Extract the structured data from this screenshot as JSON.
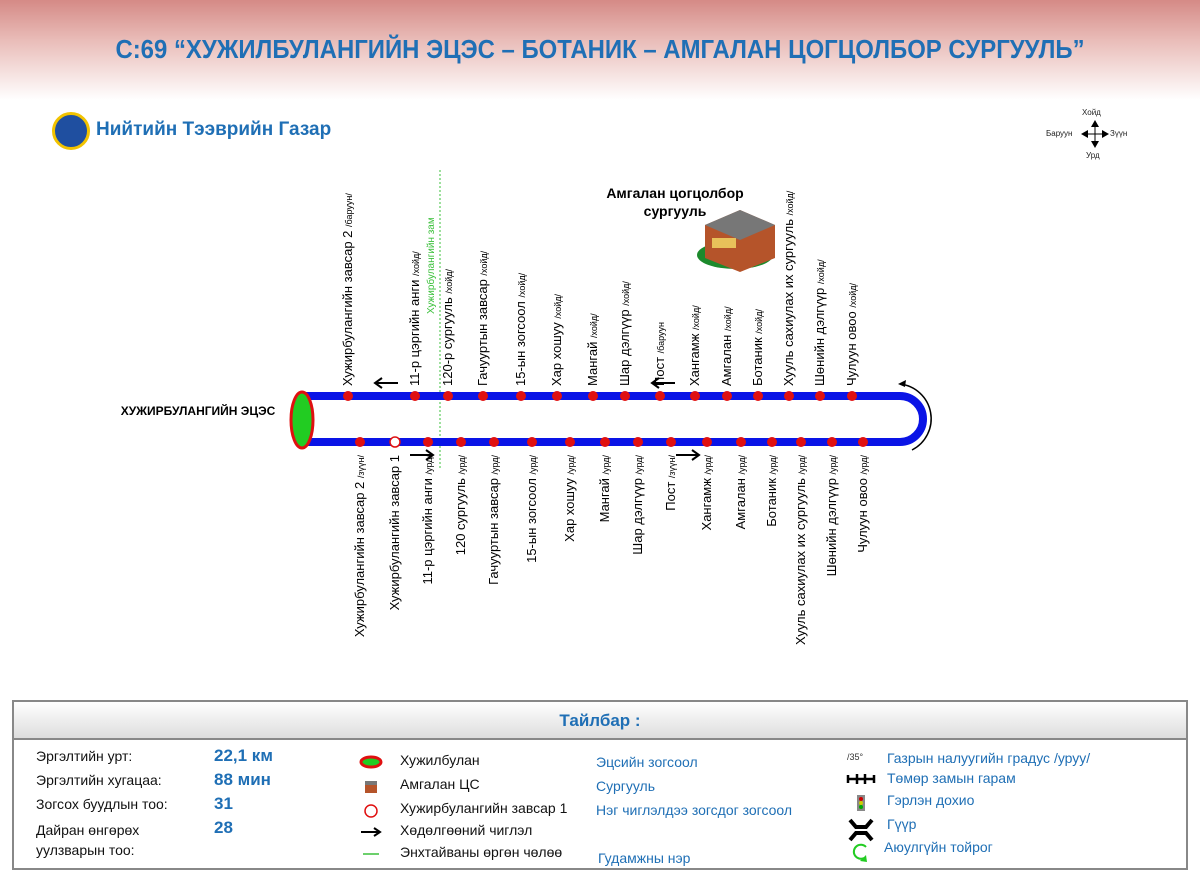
{
  "title": "С:69 “ХУЖИЛБУЛАНГИЙН ЭЦЭС – БОТАНИК – АМГАЛАН ЦОГЦОЛБОР СУРГУУЛЬ”",
  "org": "Нийтийн Тээврийн Газар",
  "compass": {
    "n": "Хойд",
    "w": "Баруун",
    "e": "Зүүн",
    "s": "Урд"
  },
  "terminal": "ХУЖИРБУЛАНГИЙН ЭЦЭС",
  "school": "Амгалан цогцолбор сургууль",
  "street": "Хужирбулангийн зам",
  "colors": {
    "route": "#0a14e6",
    "stop": "#e01010",
    "title": "#1f6fb5",
    "terminal_fill": "#22cc22"
  },
  "top_stops": [
    {
      "name": "Хужирбулангийн завсар 2",
      "dir": "/баруун/"
    },
    {
      "name": "11-р цэргийн анги",
      "dir": "/хойд/"
    },
    {
      "name": "120-р сургууль",
      "dir": "/хойд/"
    },
    {
      "name": "Гачууртын завсар",
      "dir": "/хойд/"
    },
    {
      "name": "15-ын зогсоол",
      "dir": "/хойд/"
    },
    {
      "name": "Хар хошуу",
      "dir": "/хойд/"
    },
    {
      "name": "Мангай",
      "dir": "/хойд/"
    },
    {
      "name": "Шар дэлгүүр",
      "dir": "/хойд/"
    },
    {
      "name": "Пост",
      "dir": "/баруун"
    },
    {
      "name": "Хангамж",
      "dir": "/хойд/"
    },
    {
      "name": "Амгалан",
      "dir": "/хойд/"
    },
    {
      "name": "Ботаник",
      "dir": "/хойд/"
    },
    {
      "name": "Хууль сахиулах их сургууль",
      "dir": "/хойд/"
    },
    {
      "name": "Шөнийн дэлгүүр",
      "dir": "/хойд/"
    },
    {
      "name": "Чулуун овоо",
      "dir": "/хойд/"
    }
  ],
  "bottom_stops": [
    {
      "name": "Хужирбулангийн завсар 2",
      "dir": "/зүүн/"
    },
    {
      "name": "Хужирбулангийн завсар 1",
      "dir": ""
    },
    {
      "name": "11-р цэргийн анги",
      "dir": "/урд/"
    },
    {
      "name": "120 сургууль",
      "dir": "/урд/"
    },
    {
      "name": "Гачууртын завсар",
      "dir": "/урд/"
    },
    {
      "name": "15-ын зогсоол",
      "dir": "/урд/"
    },
    {
      "name": "Хар хошуу",
      "dir": "/урд/"
    },
    {
      "name": "Мангай",
      "dir": "/урд/"
    },
    {
      "name": "Шар дэлгүүр",
      "dir": "/урд/"
    },
    {
      "name": "Пост",
      "dir": "/зүүн/"
    },
    {
      "name": "Хангамж",
      "dir": "/урд/"
    },
    {
      "name": "Амгалан",
      "dir": "/урд/"
    },
    {
      "name": "Ботаник",
      "dir": "/урд/"
    },
    {
      "name": "Хууль сахиулах их сургууль",
      "dir": "/урд/"
    },
    {
      "name": "Шөнийн дэлгүүр",
      "dir": "/урд/"
    },
    {
      "name": "Чулуун овоо",
      "dir": "/урд/"
    }
  ],
  "legend": {
    "title": "Тайлбар :",
    "stats": [
      {
        "label": "Эргэлтийн урт:",
        "value": "22,1 км"
      },
      {
        "label": "Эргэлтийн хугацаа:",
        "value": "88 мин"
      },
      {
        "label": "Зогсох буудлын тоо:",
        "value": "31"
      },
      {
        "label": "Дайран өнгөрөх уулзварын тоо:",
        "value": "28"
      }
    ],
    "symbols": [
      {
        "text": "Хужилбулан",
        "desc": "Эцсийн зогсоол"
      },
      {
        "text": "Амгалан ЦС",
        "desc": "Сургууль"
      },
      {
        "text": "Хужирбулангийн завсар 1",
        "desc": "Нэг чиглэлдээ зогсдог зогсоол"
      },
      {
        "text": "Хөдөлгөөний чиглэл",
        "desc": ""
      },
      {
        "text": "Энхтайваны өргөн чөлөө",
        "desc": "Гудамжны нэр"
      }
    ],
    "others": [
      {
        "icon": "/35°",
        "text": "Газрын налуугийн градус /уруу/"
      },
      {
        "text": "Төмөр замын гарам"
      },
      {
        "text": "Гэрлэн дохио"
      },
      {
        "text": "Гүүр"
      },
      {
        "text": "Аюулгүйн тойрог"
      }
    ]
  }
}
